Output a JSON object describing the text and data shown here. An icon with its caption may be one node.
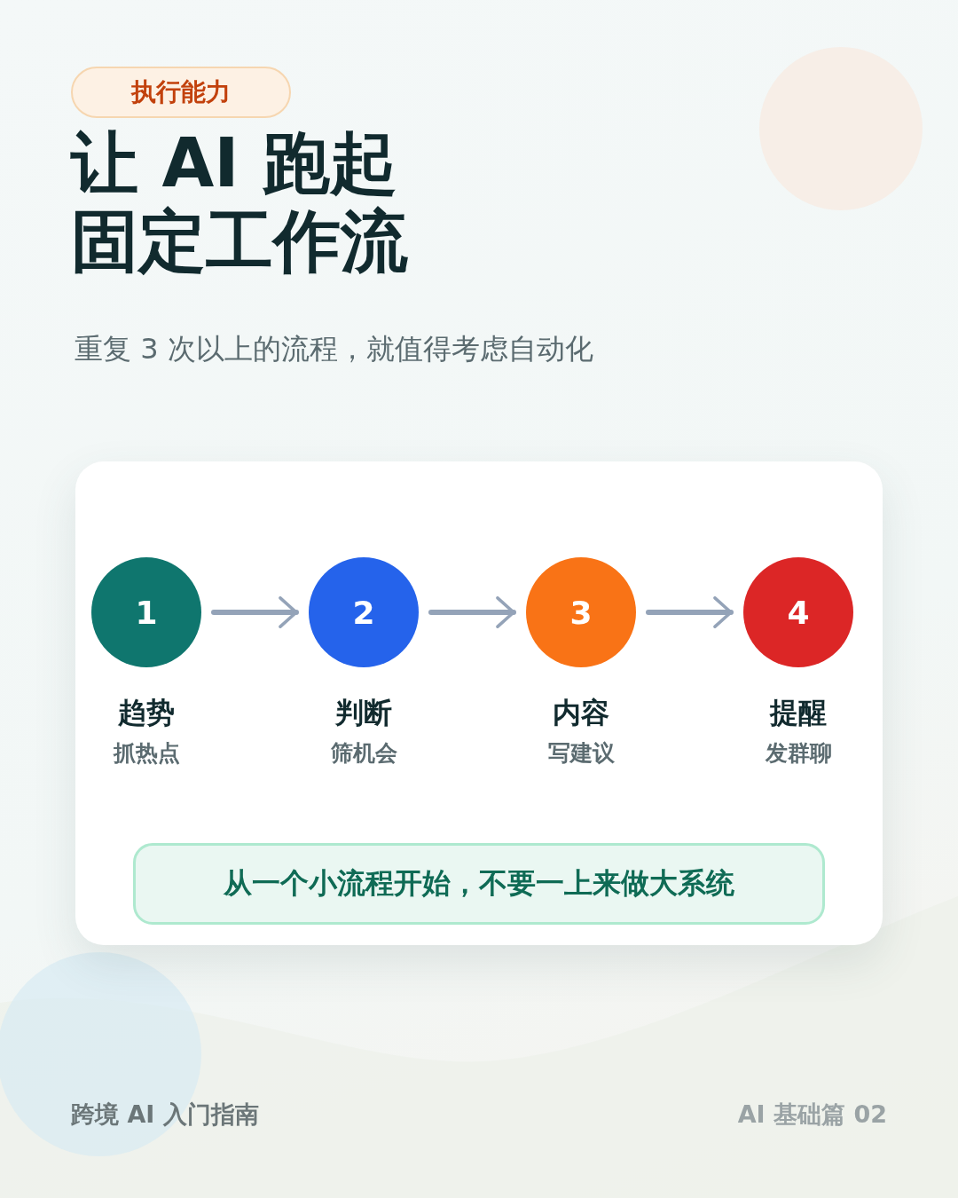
{
  "diagram": {
    "title": "让 AI 跑起固定工作流",
    "nodes": [
      {
        "text": [
          "执行能力"
        ]
      },
      {
        "text": [],
        "shape": "box"
      },
      {
        "text": [
          "1"
        ],
        "in": 1,
        "beside": [
          "趋势",
          "抓热点"
        ]
      },
      {
        "text": [
          "2"
        ],
        "in": 1,
        "beside": [
          "判断",
          "筛机会"
        ]
      },
      {
        "text": [
          "3"
        ],
        "in": 1,
        "beside": [
          "内容",
          "写建议"
        ]
      },
      {
        "text": [
          "4"
        ],
        "in": 1,
        "beside": [
          "提醒",
          "发群聊"
        ]
      },
      {
        "text": [
          "从一个小流程开始，不要一上来做大系统"
        ],
        "in": 1
      }
    ],
    "edges": [
      {
        "from": 2,
        "to": 3,
        "arrow": "to"
      },
      {
        "from": 3,
        "to": 4,
        "arrow": "to"
      },
      {
        "from": 4,
        "to": 5,
        "arrow": "to"
      }
    ],
    "labels": [
      "重复 3 次以上的流程，就值得考虑自动化",
      "跨境 AI 入门指南",
      "AI 基础篇 02"
    ]
  }
}
